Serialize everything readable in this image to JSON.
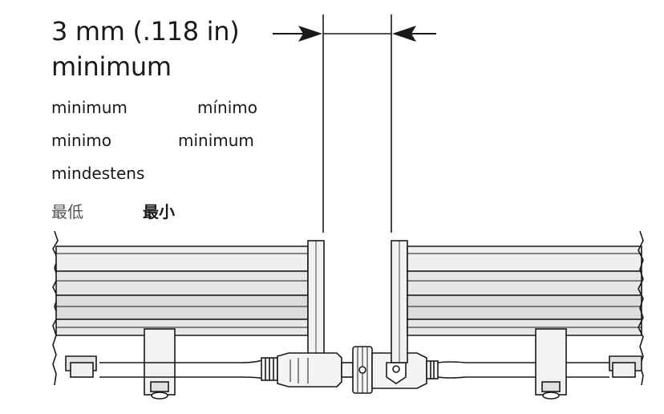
{
  "dimension": {
    "value": "3 mm (.118 in)",
    "qualifier": "minimum"
  },
  "translations": {
    "row1": [
      "minimum",
      "mínimo"
    ],
    "row2": [
      "minimo",
      "minimum"
    ],
    "row3": [
      "mindestens"
    ],
    "row4": [
      "最低",
      "最小"
    ]
  },
  "colors": {
    "line": "#1a1a1a",
    "fixture_fill": "#ececec",
    "fixture_shade": "#d4d4d4",
    "background": "#ffffff"
  }
}
